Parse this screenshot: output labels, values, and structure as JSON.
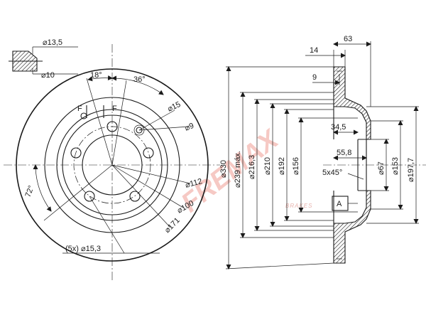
{
  "front_view": {
    "hole_small_top": "⌀13,5",
    "hole_small_bottom": "⌀10",
    "angle_top": "18°",
    "angle_36": "36°",
    "label_f_left": "F",
    "label_f_right": "F",
    "dia_15": "⌀15",
    "dia_9": "⌀9",
    "dia_112": "⌀112",
    "dia_100": "⌀100",
    "dia_171": "⌀171",
    "angle_72": "72°",
    "bolt_holes": "(5x) ⌀15,3"
  },
  "side_view": {
    "width_63": "63",
    "width_14": "14",
    "width_9": "9",
    "depth_34_5": "34,5",
    "depth_55_8": "55,8",
    "chamfer": "5x45°",
    "dia_330": "⌀330",
    "dia_239_max": "⌀239 máx.",
    "dia_216_3": "⌀216,3",
    "dia_210": "⌀210",
    "dia_192": "⌀192",
    "dia_156": "⌀156",
    "dia_67": "⌀67",
    "dia_153": "⌀153",
    "dia_197_7": "⌀197,7",
    "datum_a": "A"
  },
  "watermark": {
    "brand": "FREMAX",
    "sub": "BRAKES",
    "color": "#f6c9c4"
  },
  "colors": {
    "line": "#1a1a1a",
    "background": "#ffffff"
  }
}
